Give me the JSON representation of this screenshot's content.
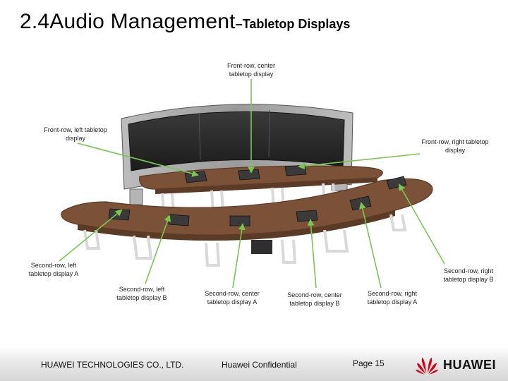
{
  "slide": {
    "title_main": "2.4Audio Management",
    "title_sub": "–Tabletop Displays"
  },
  "labels": {
    "front_center": "Front-row, center\ntabletop display",
    "front_left": "Front-row, left tabletop\ndisplay",
    "front_right": "Front-row, right tabletop\ndisplay",
    "second_left_a": "Second-row, left\ntabletop display A",
    "second_right_b": "Second-row, right\ntabletop display B",
    "second_left_b": "Second-row, left\ntabletop display B",
    "second_center_a": "Second-row, center\ntabletop display A",
    "second_center_b": "Second-row, center\ntabletop display B",
    "second_right_a": "Second-row, right\ntabletop display A"
  },
  "footer": {
    "company": "HUAWEI TECHNOLOGIES CO., LTD.",
    "confidential": "Huawei Confidential",
    "page": "Page 15",
    "logo_text": "HUAWEI"
  },
  "colors": {
    "desk_wood": "#7b5238",
    "desk_edge": "#5b3a26",
    "leg": "#d9d9d9",
    "arrow": "#78c850",
    "screen": "#2a2a2a",
    "logo_red": "#d7000f"
  }
}
